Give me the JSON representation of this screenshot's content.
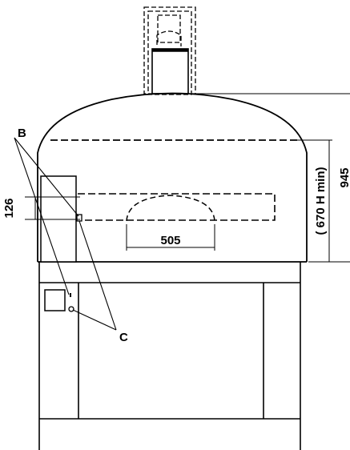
{
  "labels": {
    "b": "B",
    "c": "C",
    "dim_126": "126",
    "dim_505": "505",
    "dim_945": "945",
    "dim_670": "( 670 H min)"
  }
}
